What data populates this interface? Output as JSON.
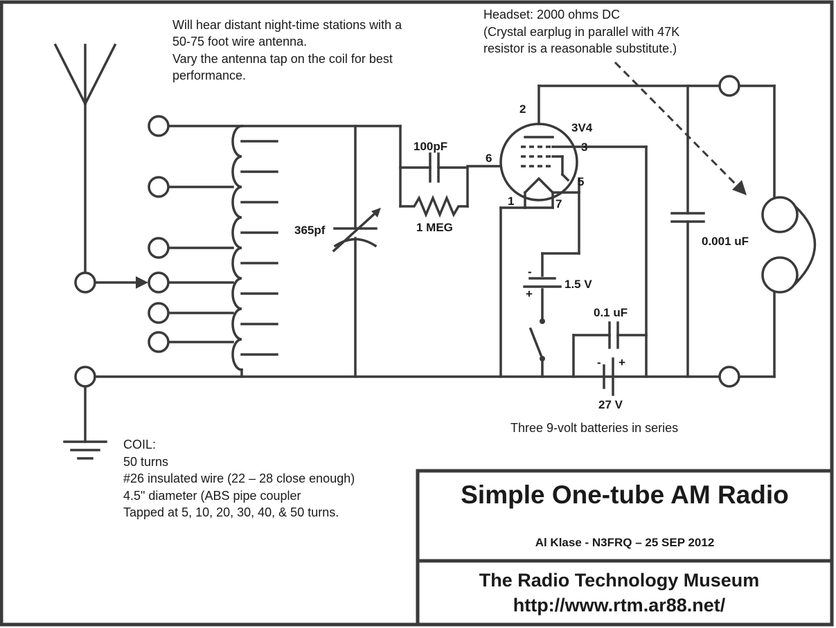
{
  "notes": {
    "antenna_line1": "Will hear distant night-time stations with a",
    "antenna_line2": "50-75 foot wire antenna.",
    "antenna_line3": "Vary the antenna tap on the coil for best",
    "antenna_line4": "performance.",
    "headset_line1": "Headset:  2000 ohms DC",
    "headset_line2": "(Crystal earplug in parallel with 47K",
    "headset_line3": "resistor is a reasonable substitute.)",
    "battery_note": "Three 9-volt batteries in series",
    "coil_line1": "COIL:",
    "coil_line2": "50 turns",
    "coil_line3": "#26 insulated wire (22 – 28 close enough)",
    "coil_line4": "4.5\" diameter (ABS pipe coupler",
    "coil_line5": "Tapped at 5, 10, 20, 30, 40, & 50 turns."
  },
  "components": {
    "c_grid": "100pF",
    "r_grid": "1 MEG",
    "c_tune": "365pf",
    "tube": "3V4",
    "pin2": "2",
    "pin3": "3",
    "pin5": "5",
    "pin6": "6",
    "pin1": "1",
    "pin7": "7",
    "filament_batt": "1.5 V",
    "bypass_cap": "0.1 uF",
    "plate_batt": "27 V",
    "headset_cap": "0.001 uF",
    "plus": "+",
    "minus": "-"
  },
  "title_block": {
    "title": "Simple One-tube AM Radio",
    "author": "Al Klase - N3FRQ – 25 SEP 2012",
    "org": "The Radio Technology Museum",
    "url": "http://www.rtm.ar88.net/"
  }
}
